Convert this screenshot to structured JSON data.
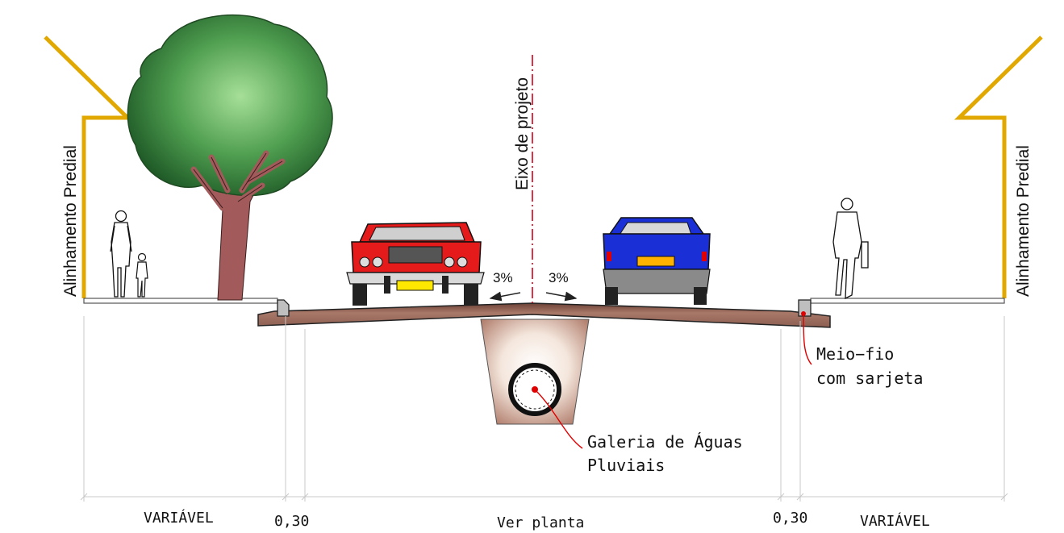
{
  "labels": {
    "alinhamento_left": "Alinhamento Predial",
    "alinhamento_right": "Alinhamento Predial",
    "eixo": "Eixo de projeto",
    "slope_left": "3%",
    "slope_right": "3%",
    "meio_fio_line1": "Meio−fio",
    "meio_fio_line2": "com sarjeta",
    "galeria_line1": "Galeria de Águas",
    "galeria_line2": "Pluviais"
  },
  "dimensions": {
    "left_variavel": "VARIÁVEL",
    "left_curb": "0,30",
    "center": "Ver planta",
    "right_curb": "0,30",
    "right_variavel": "VARIÁVEL"
  },
  "colors": {
    "building": "#e0a800",
    "pavement": "#9a6a5a",
    "axis": "#d4001a",
    "car_left": "#e51a1a",
    "car_right": "#1b2fd6",
    "tree_canopy": "#3f8f42",
    "tree_trunk": "#a25a5a",
    "leader": "#e00000"
  }
}
